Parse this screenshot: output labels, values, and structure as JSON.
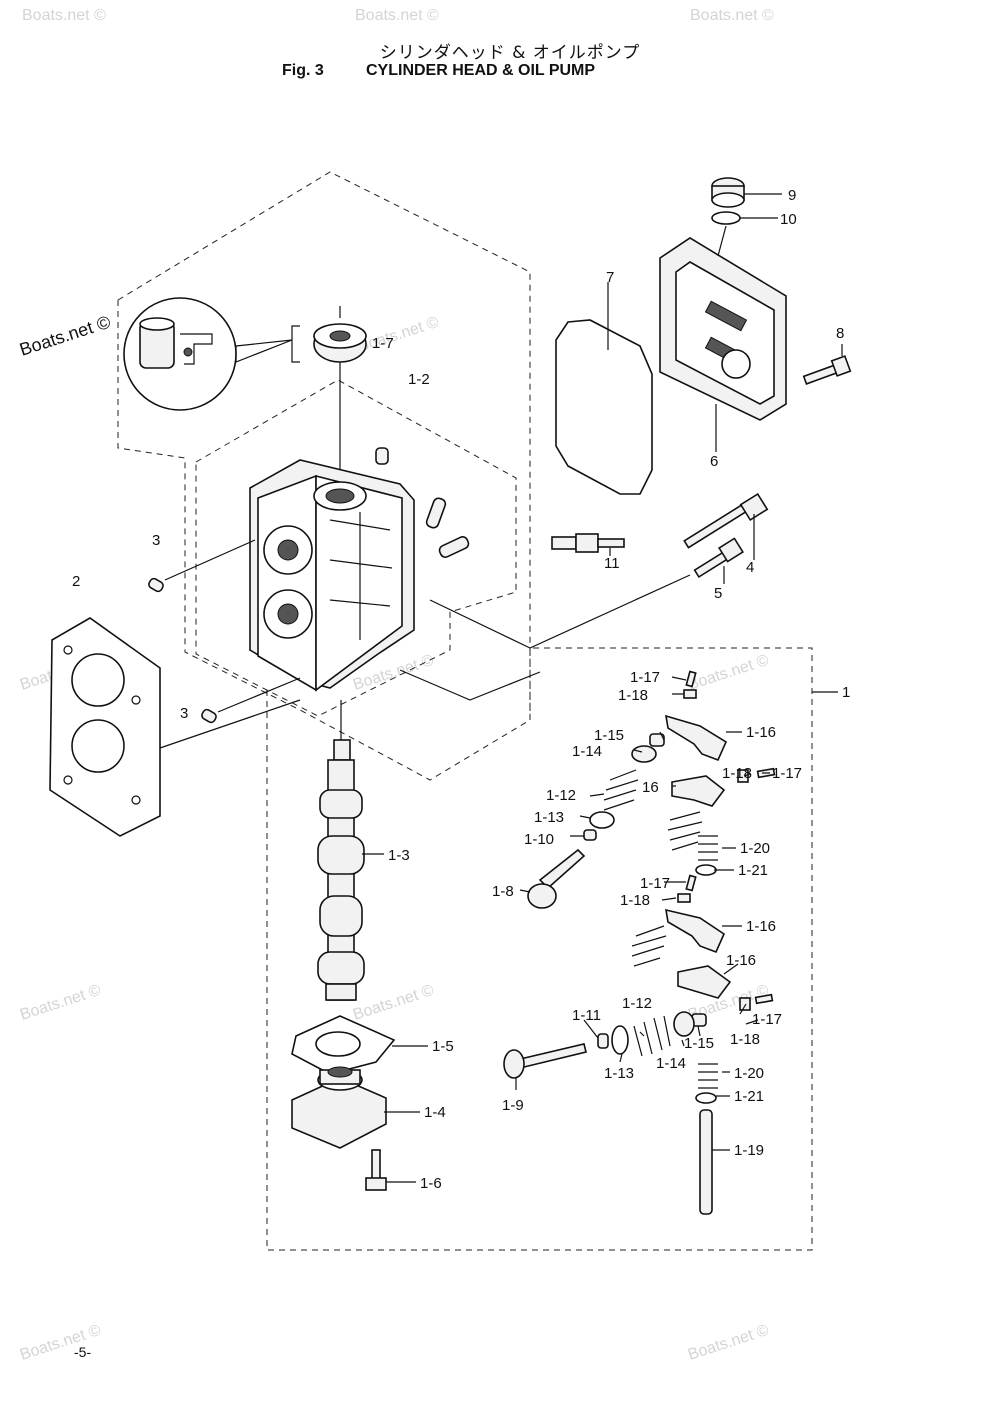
{
  "title": {
    "japanese": "シリンダヘッド & オイルポンプ",
    "figure": "Fig. 3",
    "english": "CYLINDER HEAD & OIL PUMP"
  },
  "watermark": "Boats.net ©",
  "page_number": "-5-",
  "callouts": [
    "9",
    "10",
    "7",
    "8",
    "6",
    "1-7",
    "1-2",
    "3",
    "2",
    "11",
    "4",
    "5",
    "1",
    "1-17",
    "1-18",
    "1-15",
    "1-16",
    "1-14",
    "1-12",
    "16",
    "1-18",
    "1-17",
    "1-13",
    "1-10",
    "1-20",
    "1-21",
    "1-3",
    "1-8",
    "1-17",
    "1-18",
    "1-16",
    "1-16",
    "1-11",
    "1-12",
    "1-17",
    "1-15",
    "1-18",
    "1-13",
    "1-14",
    "1-5",
    "1-20",
    "1-9",
    "1-21",
    "1-4",
    "1-19",
    "1-6",
    "3"
  ]
}
